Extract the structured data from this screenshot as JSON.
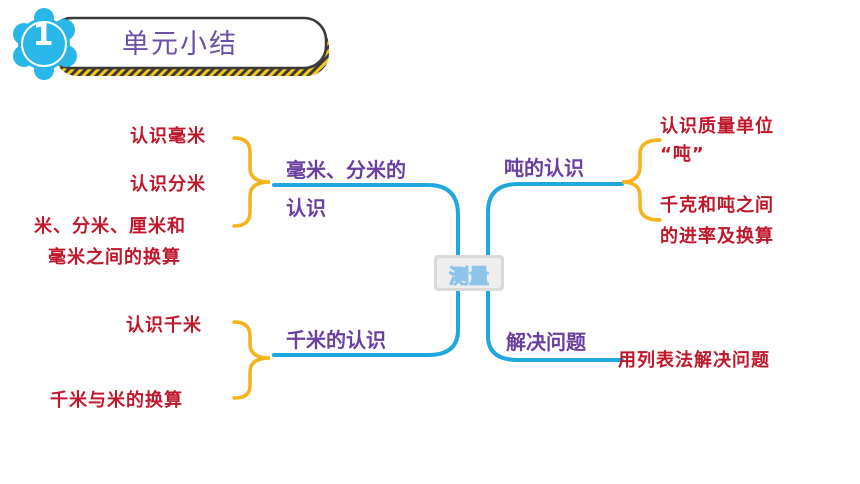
{
  "header": {
    "badge_number": "1",
    "title": "单元小结"
  },
  "center": {
    "label": "测量"
  },
  "branches": [
    {
      "label_line1": "毫米、分米的",
      "label_line2": "认识",
      "leaves": [
        "认识毫米",
        "认识分米",
        "米、分米、厘米和",
        "毫米之间的换算"
      ]
    },
    {
      "label": "千米的认识",
      "leaves": [
        "认识千米",
        "千米与米的换算"
      ]
    },
    {
      "label": "吨的认识",
      "leaves": [
        "认识质量单位",
        "“吨”",
        "千克和吨之间",
        "的进率及换算"
      ]
    },
    {
      "label": "解决问题",
      "leaves": [
        "用列表法解决问题"
      ]
    }
  ],
  "colors": {
    "branch_line": "#1fa8e0",
    "bracket": "#f6b21a",
    "branch_text": "#6b3fa0",
    "leaf_text": "#c0182a",
    "header_stripe": "#f5c518",
    "badge": "#29b6e8"
  }
}
